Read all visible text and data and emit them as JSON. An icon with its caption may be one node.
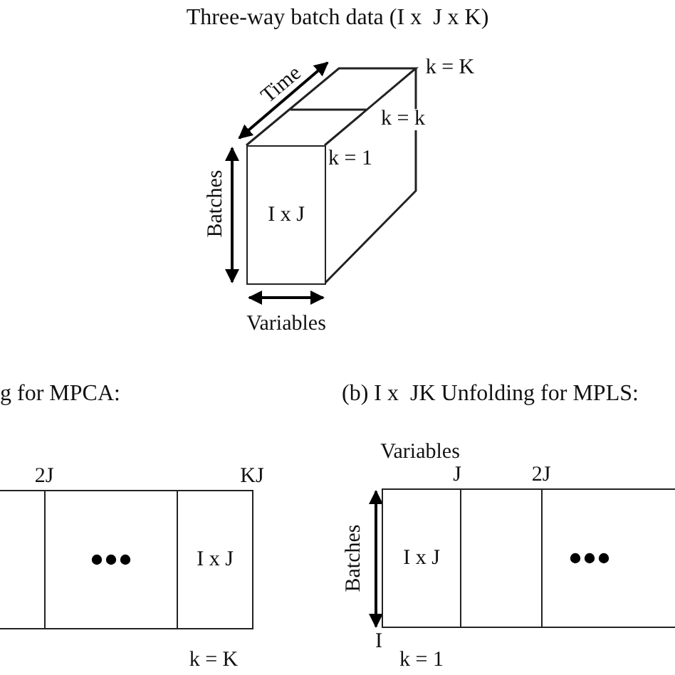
{
  "diagram": {
    "title": "Three-way batch data (I x  J x K)",
    "nodes": [
      {
        "text": [
          "I x J"
        ]
      },
      {
        "text": [],
        "shape": "box"
      },
      {
        "text": [],
        "shape": "box"
      },
      {
        "text": [
          "I x J"
        ]
      },
      {
        "text": [
          "I x J"
        ]
      },
      {
        "text": [],
        "shape": "box"
      },
      {
        "text": [],
        "shape": "box"
      }
    ],
    "edges": [],
    "labels": [
      "Time",
      "k = K",
      "k = k",
      "k = 1",
      "Batches",
      "Variables",
      "g for MPCA:",
      "(b) I x  JK Unfolding for MPLS:",
      "Variables",
      "2J",
      "KJ",
      "J",
      "2J",
      "Batches",
      "I",
      "k = K",
      "k = 1"
    ]
  }
}
